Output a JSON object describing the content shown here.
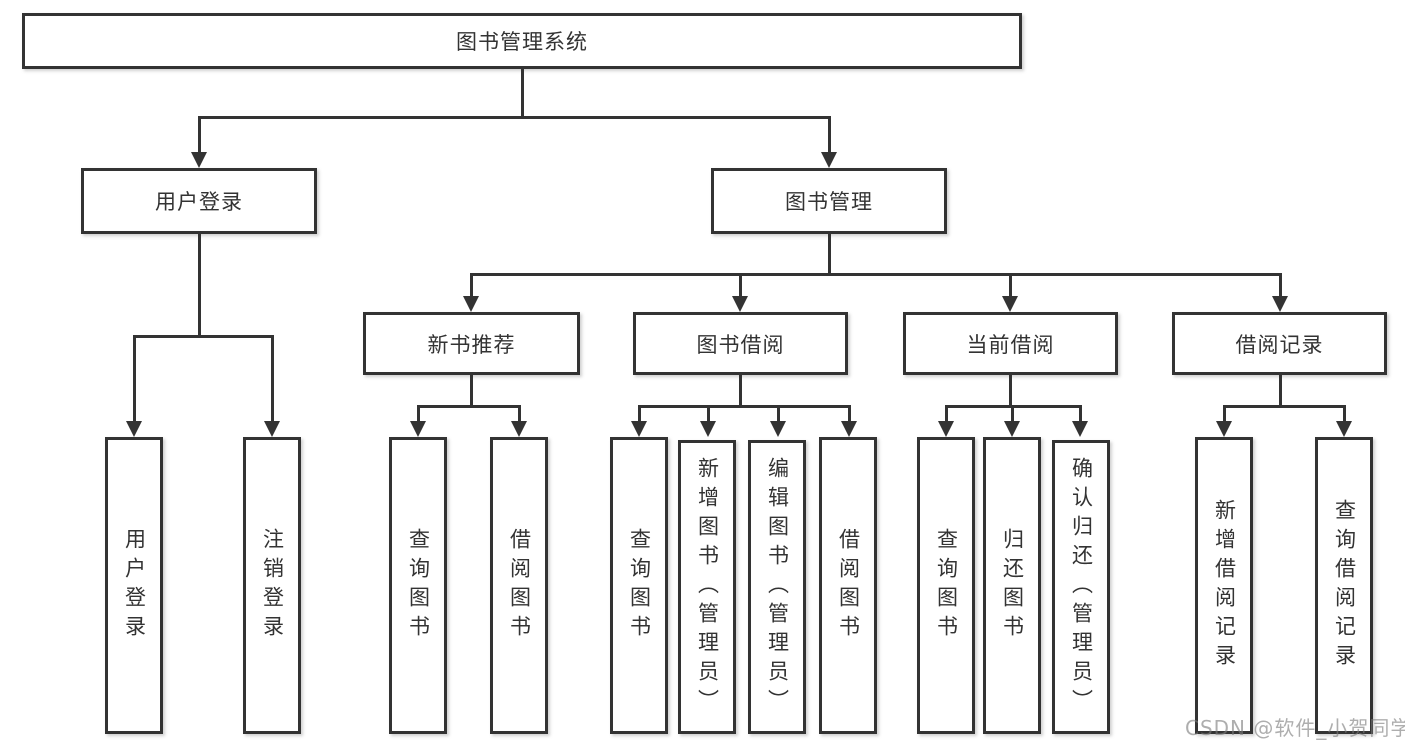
{
  "tree": {
    "label": "图书管理系统",
    "children": [
      {
        "label": "用户登录",
        "children": [
          {
            "label": "用户登录"
          },
          {
            "label": "注销登录"
          }
        ]
      },
      {
        "label": "图书管理",
        "children": [
          {
            "label": "新书推荐",
            "children": [
              {
                "label": "查询图书"
              },
              {
                "label": "借阅图书"
              }
            ]
          },
          {
            "label": "图书借阅",
            "children": [
              {
                "label": "查询图书"
              },
              {
                "label": "新增图书（管理员）"
              },
              {
                "label": "编辑图书（管理员）"
              },
              {
                "label": "借阅图书"
              }
            ]
          },
          {
            "label": "当前借阅",
            "children": [
              {
                "label": "查询图书"
              },
              {
                "label": "归还图书"
              },
              {
                "label": "确认归还（管理员）"
              }
            ]
          },
          {
            "label": "借阅记录",
            "children": [
              {
                "label": "新增借阅记录"
              },
              {
                "label": "查询借阅记录"
              }
            ]
          }
        ]
      }
    ]
  },
  "watermark": {
    "text": "CSDN @软件_小贺同学"
  },
  "colors": {
    "line": "#333333",
    "text": "#333333",
    "watermark": "#7d7d7d",
    "background": "#ffffff"
  }
}
